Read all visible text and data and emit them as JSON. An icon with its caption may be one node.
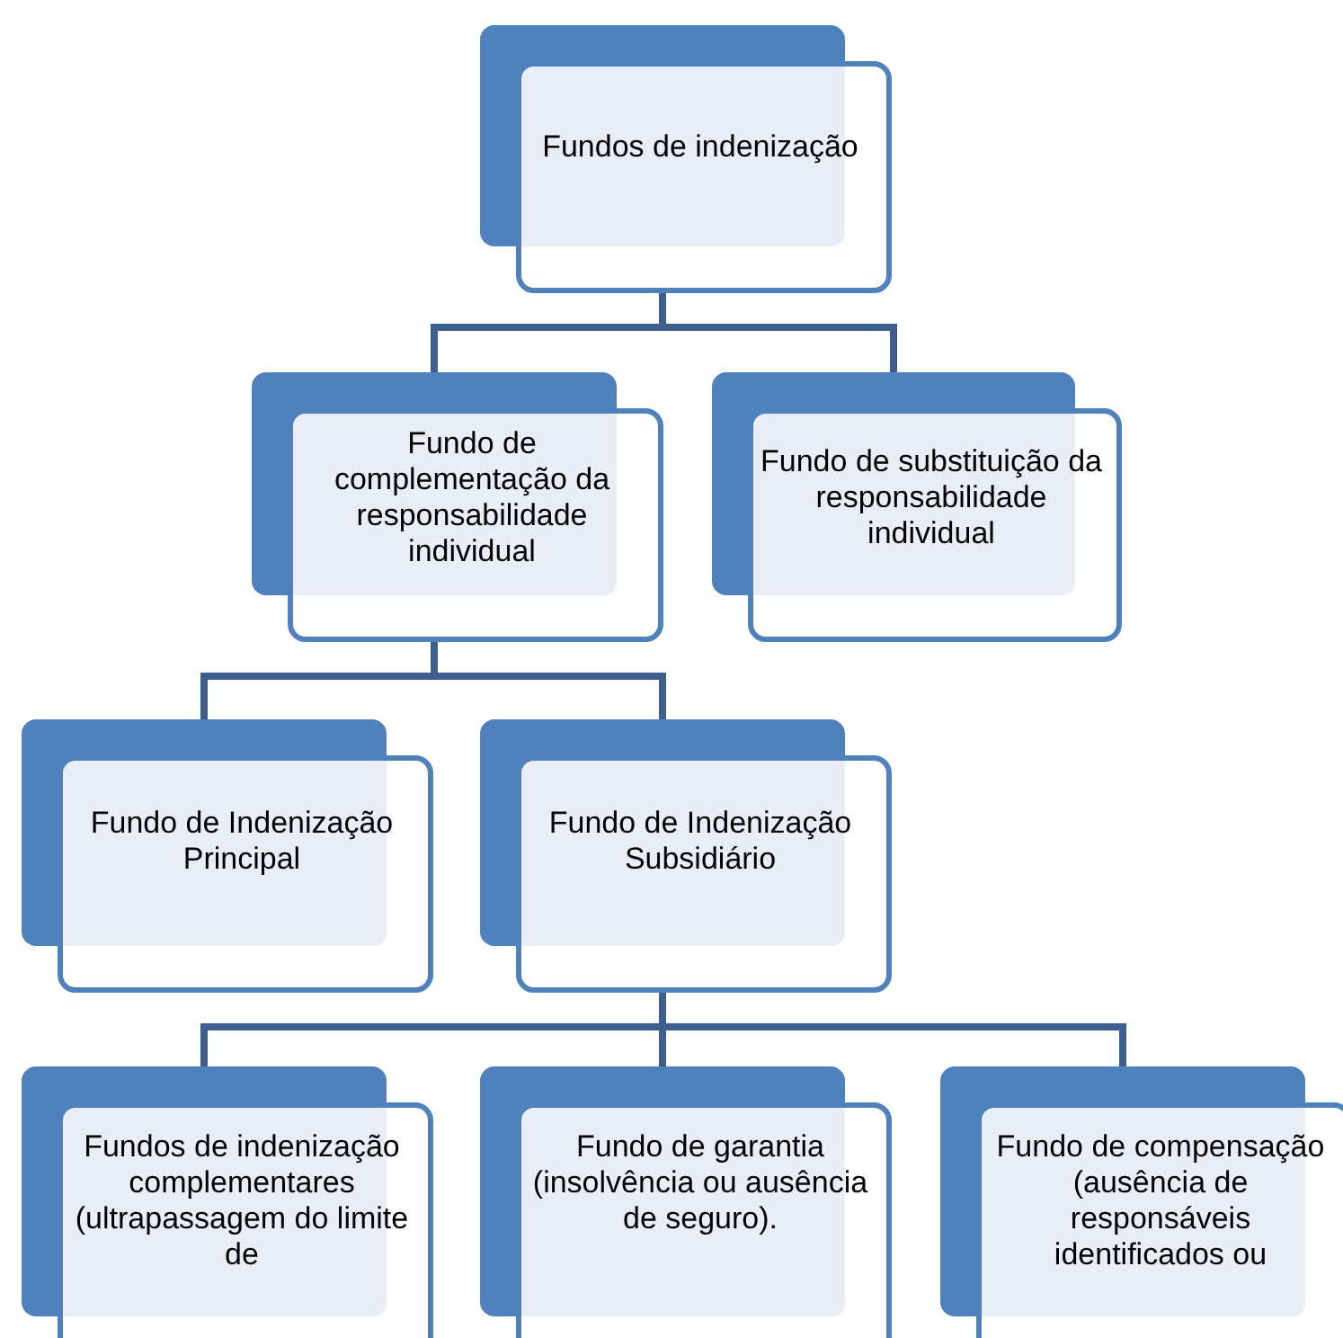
{
  "diagram": {
    "nodes": [
      {
        "text": [
          "Fundos de indenização"
        ]
      },
      {
        "text": [
          "Fundo de complementação da responsabilidade individual"
        ]
      },
      {
        "text": [
          "Fundo de substituição da responsabilidade individual"
        ]
      },
      {
        "text": [
          "Fundo de Indenização Principal"
        ]
      },
      {
        "text": [
          "Fundo de Indenização Subsidiário"
        ]
      },
      {
        "text": [
          "Fundos de indenização complementares (ultrapassagem do limite de"
        ]
      },
      {
        "text": [
          "Fundo de garantia (insolvência ou ausência de seguro)."
        ]
      },
      {
        "text": [
          "Fundo de compensação (ausência de responsáveis identificados ou"
        ]
      }
    ],
    "edges": [
      {
        "from": 0,
        "to": 1,
        "arrow": "none"
      },
      {
        "from": 0,
        "to": 2,
        "arrow": "none"
      },
      {
        "from": 1,
        "to": 3,
        "arrow": "none"
      },
      {
        "from": 1,
        "to": 4,
        "arrow": "none"
      },
      {
        "from": 4,
        "to": 5,
        "arrow": "none"
      },
      {
        "from": 4,
        "to": 6,
        "arrow": "none"
      },
      {
        "from": 4,
        "to": 7,
        "arrow": "none"
      }
    ]
  }
}
